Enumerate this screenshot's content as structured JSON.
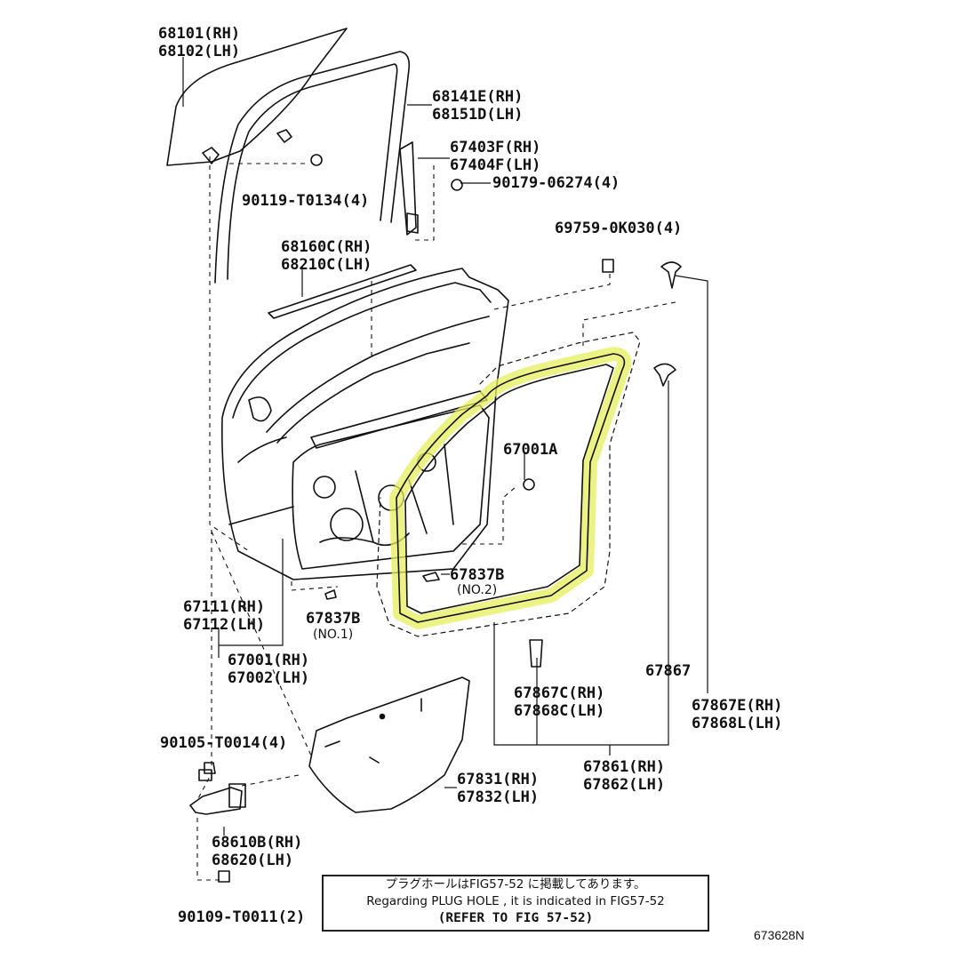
{
  "labels": {
    "p68101": "68101(RH)",
    "p68102": "68102(LH)",
    "p68141": "68141E(RH)",
    "p68151": "68151D(LH)",
    "p67403": "67403F(RH)",
    "p67404": "67404F(LH)",
    "p90179": "90179-06274(4)",
    "p90119": "90119-T0134(4)",
    "p69759": "69759-0K030(4)",
    "p68160": "68160C(RH)",
    "p68210": "68210C(LH)",
    "p67001a": "67001A",
    "p67837b2": "67837B",
    "p67837b2sub": "(NO.2)",
    "p67837b1": "67837B",
    "p67837b1sub": "(NO.1)",
    "p67111": "67111(RH)",
    "p67112": "67112(LH)",
    "p67001": "67001(RH)",
    "p67002": "67002(LH)",
    "p67867": "67867",
    "p67867c": "67867C(RH)",
    "p67868c": "67868C(LH)",
    "p67867e": "67867E(RH)",
    "p67868l": "67868L(LH)",
    "p90105": "90105-T0014(4)",
    "p67831": "67831(RH)",
    "p67832": "67832(LH)",
    "p67861": "67861(RH)",
    "p67862": "67862(LH)",
    "p68610": "68610B(RH)",
    "p68620": "68620(LH)",
    "p90109": "90109-T0011(2)"
  },
  "note": {
    "line1": "プラグホールはFIG57-52 に掲載してあります。",
    "line2": "Regarding PLUG HOLE , it is indicated in FIG57-52",
    "line3": "(REFER TO FIG 57-52)"
  },
  "figure_code": "673628N",
  "colors": {
    "highlight": "#e6ee5a",
    "ink": "#111111"
  }
}
